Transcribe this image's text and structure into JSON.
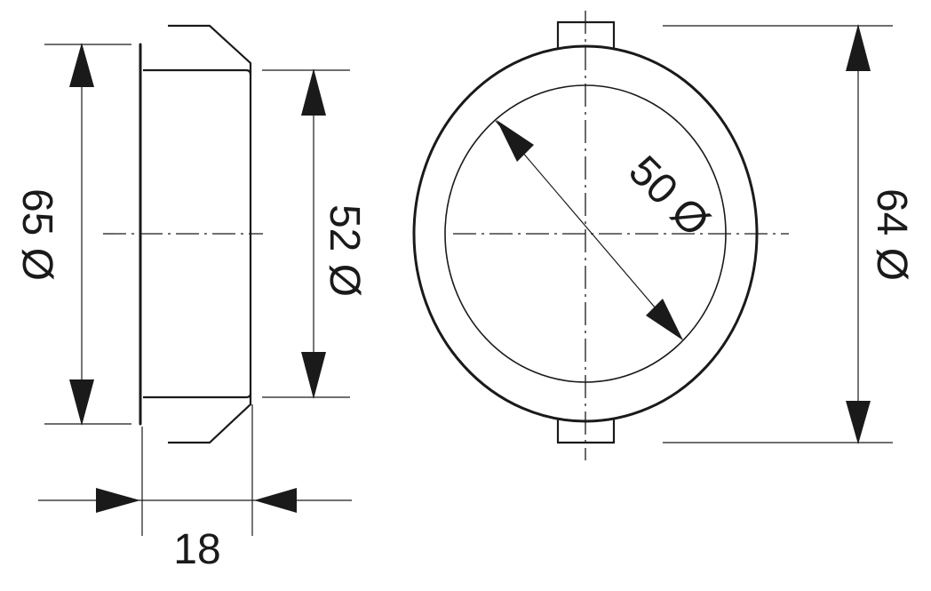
{
  "drawing": {
    "background": "#ffffff",
    "line_color": "#1a1a1a",
    "side_view": {
      "outer_diameter_label": "65 Ø",
      "inner_diameter_label": "52 Ø",
      "depth_label": "18"
    },
    "front_view": {
      "inner_diameter_label": "50 Ø",
      "overall_height_label": "64 Ø"
    }
  }
}
